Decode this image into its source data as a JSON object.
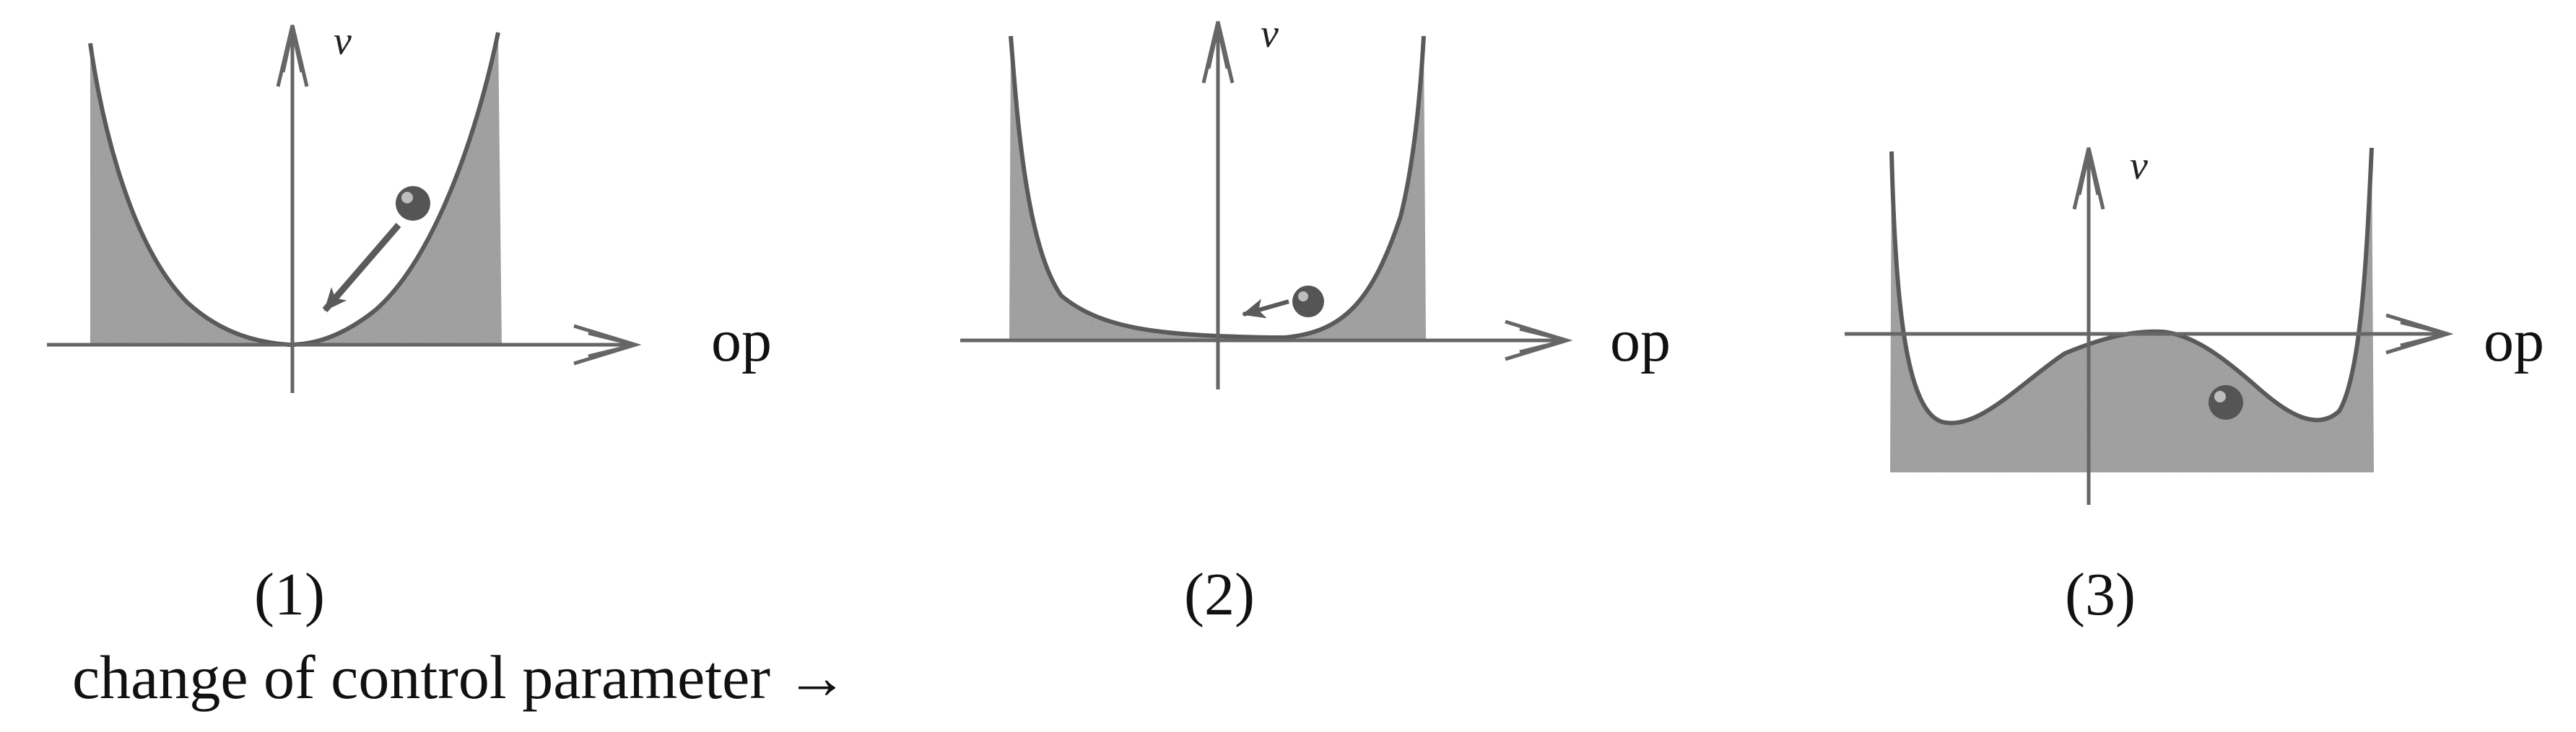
{
  "figure": {
    "panels": [
      {
        "number": "(1)",
        "y_axis_label": "v",
        "x_axis_label": "op",
        "description": "single-well potential, ball rolling down toward minimum at origin"
      },
      {
        "number": "(2)",
        "y_axis_label": "v",
        "x_axis_label": "op",
        "description": "flat-bottomed potential, ball near minimum"
      },
      {
        "number": "(3)",
        "y_axis_label": "v",
        "x_axis_label": "op",
        "description": "double-well potential, ball resting in right well"
      }
    ],
    "caption": "change of control parameter →",
    "colors": {
      "fill": "#9a9a9a",
      "curve": "#5a5a5a",
      "axis": "#666666",
      "ball": "#555555",
      "background": "#ffffff"
    }
  }
}
